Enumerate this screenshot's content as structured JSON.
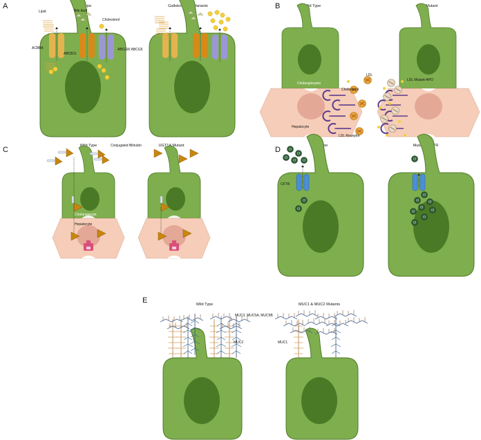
{
  "panels": {
    "A": {
      "letter": "A",
      "title_left": "Wild Type",
      "title_right": "Gallstone Risk Variants",
      "lipid": "Lipid",
      "bile_acid": "Bile Acid",
      "cholesterol": "Cholesterol",
      "abcb4": "ACBB4",
      "abcb11": "ABCB11",
      "abcg58": "ABCG8/ ABCG5"
    },
    "B": {
      "letter": "B",
      "title_left": "Wild Type",
      "title_right": "APO Mutant",
      "cholangiocytes": "Cholangiocytes",
      "hepatocyte": "Hepatocyte",
      "cholesterol": "Cholesterol",
      "ldl": "LDL",
      "ldl_receptor": "LDL Receptor",
      "ldl_mutant": "LDL Mutant-APO"
    },
    "C": {
      "letter": "C",
      "title_left": "Wild Type",
      "title_right": "UGT1A Mutant",
      "conjugated_bilirubin": "Conjugated Bilirubin",
      "cholangiocyte": "Cholangiocyte",
      "hepatocyte": "Hepatocyte"
    },
    "D": {
      "letter": "D",
      "title_left": "Wild Type",
      "title_right": "Mutated CFTR",
      "cftr": "CFTR",
      "ion": "Cl"
    },
    "E": {
      "letter": "E",
      "title_left": "Wild Type",
      "title_right": "MUC1 & MUC2 Mutants",
      "muc_group": "MUC3, MUC5A, MUC5B",
      "muc2": "MUC2",
      "muc1": "MUC1"
    }
  },
  "colors": {
    "cell": "#7fae4e",
    "cell_stroke": "#4f7a2a",
    "nucleus": "#4b7a26",
    "hepatocyte": "#f6cdb8",
    "abcb4": "#e3b44e",
    "abcb11": "#d88a18",
    "abcg": "#9b97d6",
    "cftr": "#4a8fd8",
    "cl": "#2f5d36",
    "ugt": "#d8507a",
    "bilirubin": "#c8860e",
    "ldl": "#e8a23a",
    "receptor": "#5b3d8c"
  }
}
